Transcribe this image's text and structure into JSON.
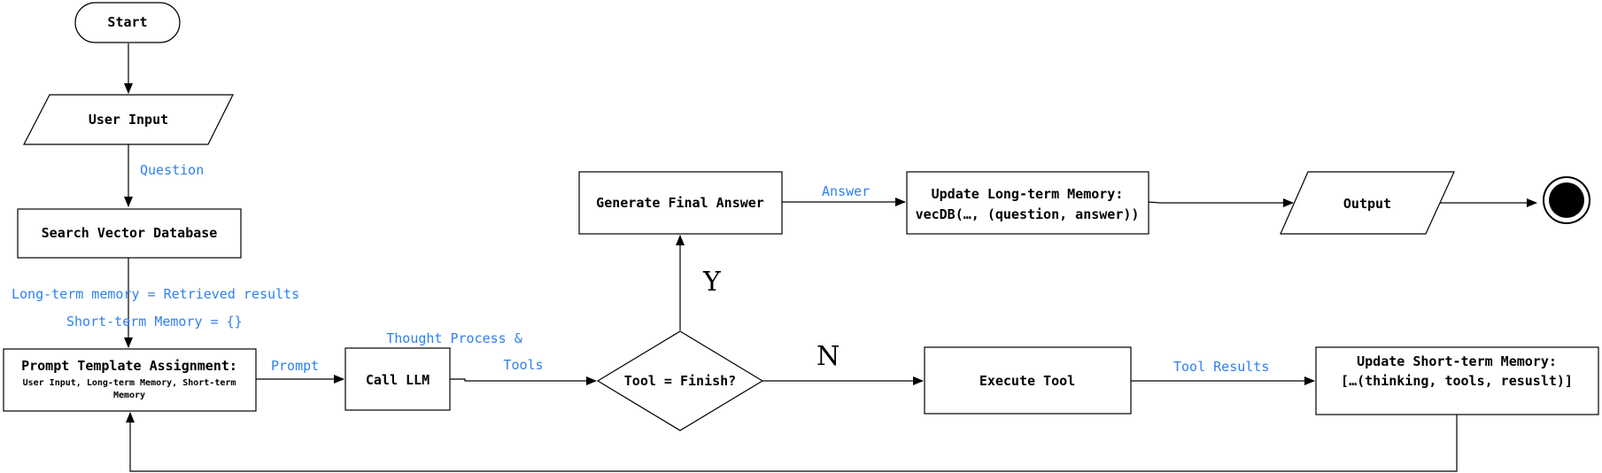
{
  "nodes": {
    "start": "Start",
    "user_input": "User Input",
    "search_db": "Search Vector Database",
    "prompt_title": "Prompt Template Assignment:",
    "prompt_sub1": "User Input, Long-term Memory, Short-term",
    "prompt_sub2": "Memory",
    "call_llm": "Call LLM",
    "decision": "Tool = Finish?",
    "final_answer": "Generate Final Answer",
    "update_long_1": "Update Long-term Memory:",
    "update_long_2": "vecDB(…, (question, answer))",
    "output": "Output",
    "execute_tool": "Execute Tool",
    "update_short_1": "Update Short-term Memory:",
    "update_short_2": "[…(thinking, tools, resuslt)]"
  },
  "edge_labels": {
    "question": "Question",
    "long_term": "Long-term memory = Retrieved results",
    "short_term": "Short-term Memory = {}",
    "prompt": "Prompt",
    "thought_1": "Thought Process &",
    "thought_2": "Tools",
    "answer": "Answer",
    "tool_results": "Tool Results",
    "yes": "Y",
    "no": "N"
  },
  "colors": {
    "edge_label": "#2f80ed",
    "stroke": "#000000"
  }
}
